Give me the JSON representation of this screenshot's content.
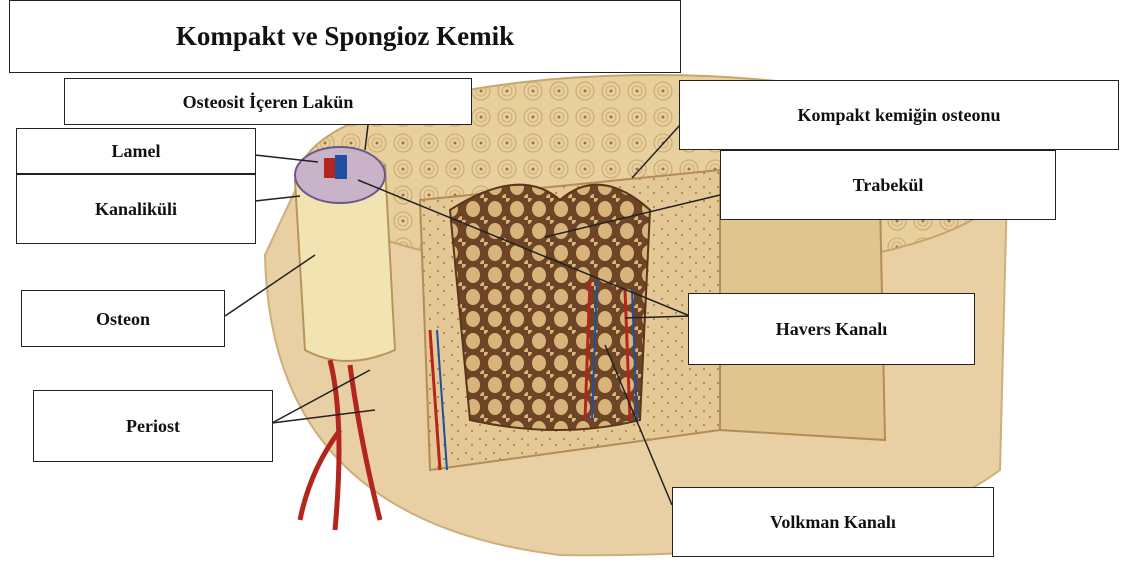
{
  "title": "Kompakt ve Spongioz Kemik",
  "labels": {
    "lacuna": "Osteosit İçeren Lakün",
    "lamel": "Lamel",
    "kanalikuli": "Kanaliküli",
    "osteon": "Osteon",
    "periost": "Periost",
    "kompakt_osteon": "Kompakt kemiğin osteonu",
    "trabekul": "Trabekül",
    "havers": "Havers Kanalı",
    "volkman": "Volkman Kanalı"
  },
  "colors": {
    "bone_outer": "#e9cfa4",
    "bone_cut": "#dcbf8c",
    "spongy": "#7a5230",
    "vessel": "#b3261e",
    "vein": "#1f4fa3"
  }
}
